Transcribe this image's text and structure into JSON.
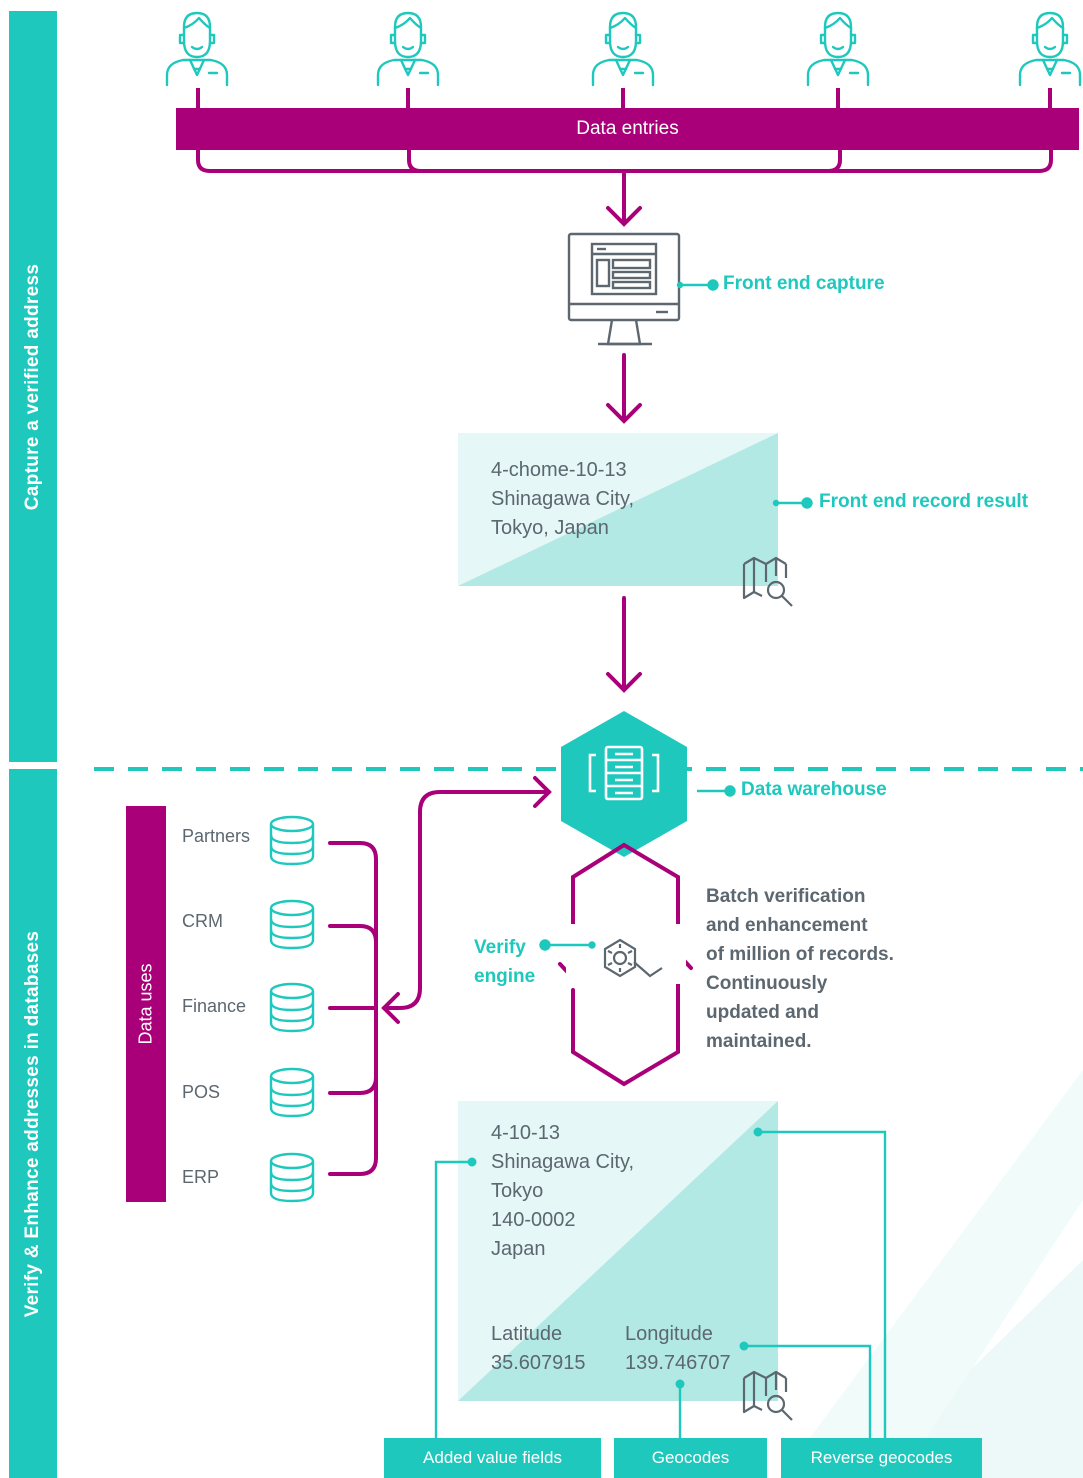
{
  "sidebar": {
    "top_label": "Capture a verified address",
    "bottom_label": "Verify & Enhance addresses in databases"
  },
  "top_bar": {
    "label": "Data entries"
  },
  "capture": {
    "front_end_capture": "Front end capture",
    "front_end_record_result": "Front end record result",
    "address_lines": [
      "4-chome-10-13",
      "Shinagawa City,",
      "Tokyo, Japan"
    ]
  },
  "warehouse": {
    "label": "Data warehouse"
  },
  "data_uses": {
    "title": "Data uses",
    "items": [
      "Partners",
      "CRM",
      "Finance",
      "POS",
      "ERP"
    ]
  },
  "engine": {
    "label_line1": "Verify",
    "label_line2": "engine",
    "batch_lines": [
      "Batch verification",
      "and enhancement",
      "of million of records.",
      "Continuously",
      "updated and",
      "maintained."
    ]
  },
  "result": {
    "address_lines": [
      "4-10-13",
      "Shinagawa City,",
      "Tokyo",
      "140-0002",
      "Japan"
    ],
    "latitude_label": "Latitude",
    "latitude_value": "35.607915",
    "longitude_label": "Longitude",
    "longitude_value": "139.746707"
  },
  "tags": {
    "added_value": "Added value fields",
    "geocodes": "Geocodes",
    "reverse_geocodes": "Reverse geocodes"
  },
  "colors": {
    "teal": "#1ec8bd",
    "magenta": "#a9007a",
    "grey_text": "#5c6770",
    "pale_teal": "#e5f7f6",
    "mid_teal": "#b3e9e5"
  },
  "icons": [
    "person-icon",
    "monitor-icon",
    "map-search-icon",
    "server-icon",
    "database-icon",
    "gear-search-icon"
  ]
}
